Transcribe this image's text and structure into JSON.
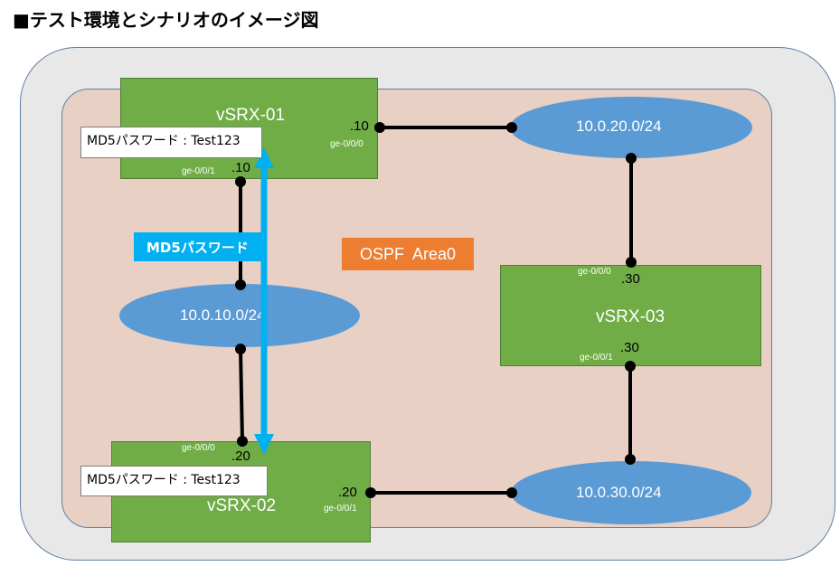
{
  "title": "■テスト環境とシナリオのイメージ図",
  "colors": {
    "router_fill": "#70ad47",
    "network_fill": "#5b9bd5",
    "outer_bg": "#e8e8e8",
    "inner_bg": "#e8d0c4",
    "ospf_fill": "#ed7d31",
    "md5_arrow": "#00b0f0"
  },
  "routers": {
    "r1": {
      "name": "vSRX-01",
      "ip_1": ".10",
      "iface_1": "ge-0/0/0",
      "ip_2": ".10",
      "iface_2": "ge-0/0/1"
    },
    "r2": {
      "name": "vSRX-02",
      "ip_1": ".20",
      "iface_1": "ge-0/0/0",
      "ip_2": ".20",
      "iface_2": "ge-0/0/1"
    },
    "r3": {
      "name": "vSRX-03",
      "ip_1": ".30",
      "iface_1": "ge-0/0/0",
      "ip_2": ".30",
      "iface_2": "ge-0/0/1"
    }
  },
  "networks": {
    "n10": "10.0.10.0/24",
    "n20": "10.0.20.0/24",
    "n30": "10.0.30.0/24"
  },
  "area": "OSPF  Area0",
  "md5": {
    "label": "MD5パスワード",
    "r1_box": "MD5パスワード : Test123",
    "r2_box": "MD5パスワード : Test123"
  }
}
